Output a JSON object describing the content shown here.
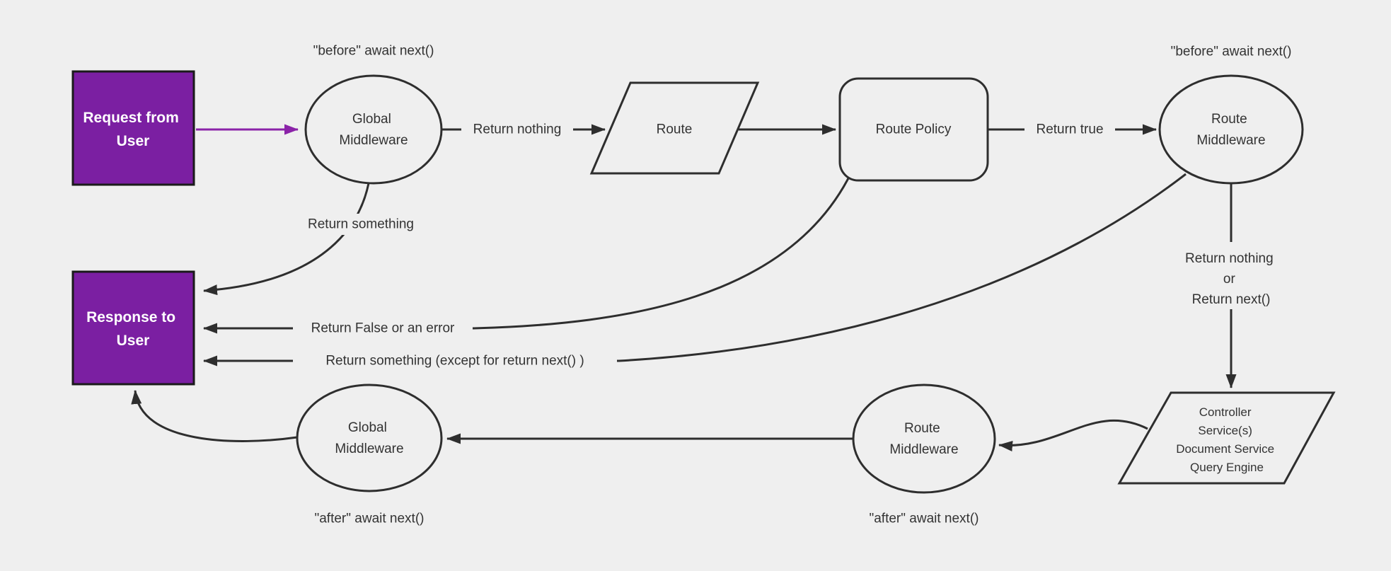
{
  "diagram_title": "Request and response lifecycle through middlewares, route, policy, controller and services",
  "colors": {
    "background": "#efefef",
    "node_fill": "#efefef",
    "node_stroke": "#2e2e2e",
    "purple_fill": "#7b1fa2",
    "purple_arrow": "#8b23a8",
    "dark_border": "#1a1a1a",
    "text": "#333333",
    "text_on_purple": "#ffffff"
  },
  "nodes": {
    "request": {
      "lines": [
        "Request from",
        "User"
      ]
    },
    "response": {
      "lines": [
        "Response to",
        "User"
      ]
    },
    "global_mw_top": {
      "lines": [
        "Global",
        "Middleware"
      ]
    },
    "route": {
      "label": "Route"
    },
    "route_policy": {
      "label": "Route Policy"
    },
    "route_mw_top": {
      "lines": [
        "Route",
        "Middleware"
      ]
    },
    "controller": {
      "lines": [
        "Controller",
        "Service(s)",
        "Document Service",
        "Query Engine"
      ]
    },
    "route_mw_bottom": {
      "lines": [
        "Route",
        "Middleware"
      ]
    },
    "global_mw_bottom": {
      "lines": [
        "Global",
        "Middleware"
      ]
    }
  },
  "edge_labels": {
    "before_await_left": "\"before\" await next()",
    "before_await_right": "\"before\" await next()",
    "return_nothing_top": "Return nothing",
    "return_true": "Return true",
    "return_something": "Return something",
    "return_false_or_error": "Return False or an error",
    "return_something_except": "Return something (except for return next() )",
    "return_nothing_or": [
      "Return nothing",
      "or",
      "Return next()"
    ],
    "after_await_left": "\"after\" await next()",
    "after_await_right": "\"after\" await next()"
  }
}
